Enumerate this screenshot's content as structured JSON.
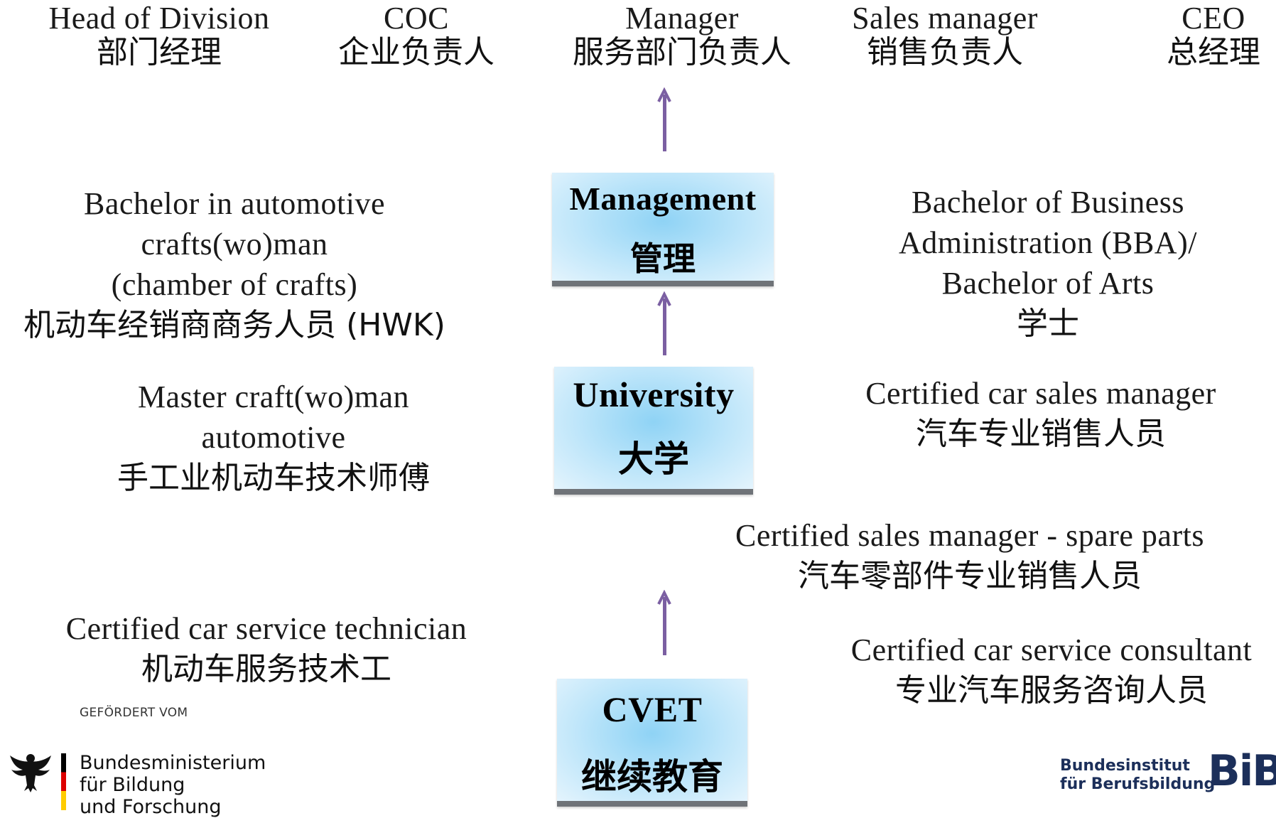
{
  "top_roles": [
    {
      "en": "Head of  Division",
      "zh": "部门经理"
    },
    {
      "en": "COC",
      "zh": "企业负责人"
    },
    {
      "en": "Manager",
      "zh": "服务部门负责人"
    },
    {
      "en": "Sales manager",
      "zh": "销售负责人"
    },
    {
      "en": "CEO",
      "zh": "总经理"
    }
  ],
  "levels": {
    "management": {
      "en": "Management",
      "zh": "管理"
    },
    "university": {
      "en": "University",
      "zh": "大学"
    },
    "cvet": {
      "en": "CVET",
      "zh": "继续教育"
    }
  },
  "left": {
    "bachelor": [
      "Bachelor in automotive",
      "crafts(wo)man",
      "(chamber of  crafts)",
      "机动车经销商商务人员 (HWK)"
    ],
    "master": [
      "Master craft(wo)man",
      "automotive",
      "手工业机动车技术师傅"
    ],
    "technician": [
      "Certified car service technician",
      "机动车服务技术工"
    ]
  },
  "right": {
    "bba": [
      "Bachelor of  Business",
      "Administration (BBA)/",
      "Bachelor of  Arts",
      "学士"
    ],
    "car_sales": [
      "Certified car sales manager",
      "汽车专业销售人员"
    ],
    "spare_parts": [
      "Certified sales manager - spare parts",
      "汽车零部件专业销售人员"
    ],
    "consultant": [
      "Certified car service consultant",
      "专业汽车服务咨询人员"
    ]
  },
  "logos": {
    "gefoerdert": "GEFÖRDERT VOM",
    "bmbf": [
      "Bundesministerium",
      "für Bildung",
      "und Forschung"
    ],
    "bibb": [
      "Bundesinstitut",
      "für Berufsbildung"
    ],
    "bibb_mark": "BiBB"
  },
  "colors": {
    "arrow": "#7b5fa2",
    "box_light": "#e4f4fd",
    "box_center": "#8fd3f5",
    "box_base": "#6f7378",
    "bibb_blue": "#1c2f5a"
  },
  "icons": [
    "arrow-up-icon",
    "eagle-icon"
  ]
}
